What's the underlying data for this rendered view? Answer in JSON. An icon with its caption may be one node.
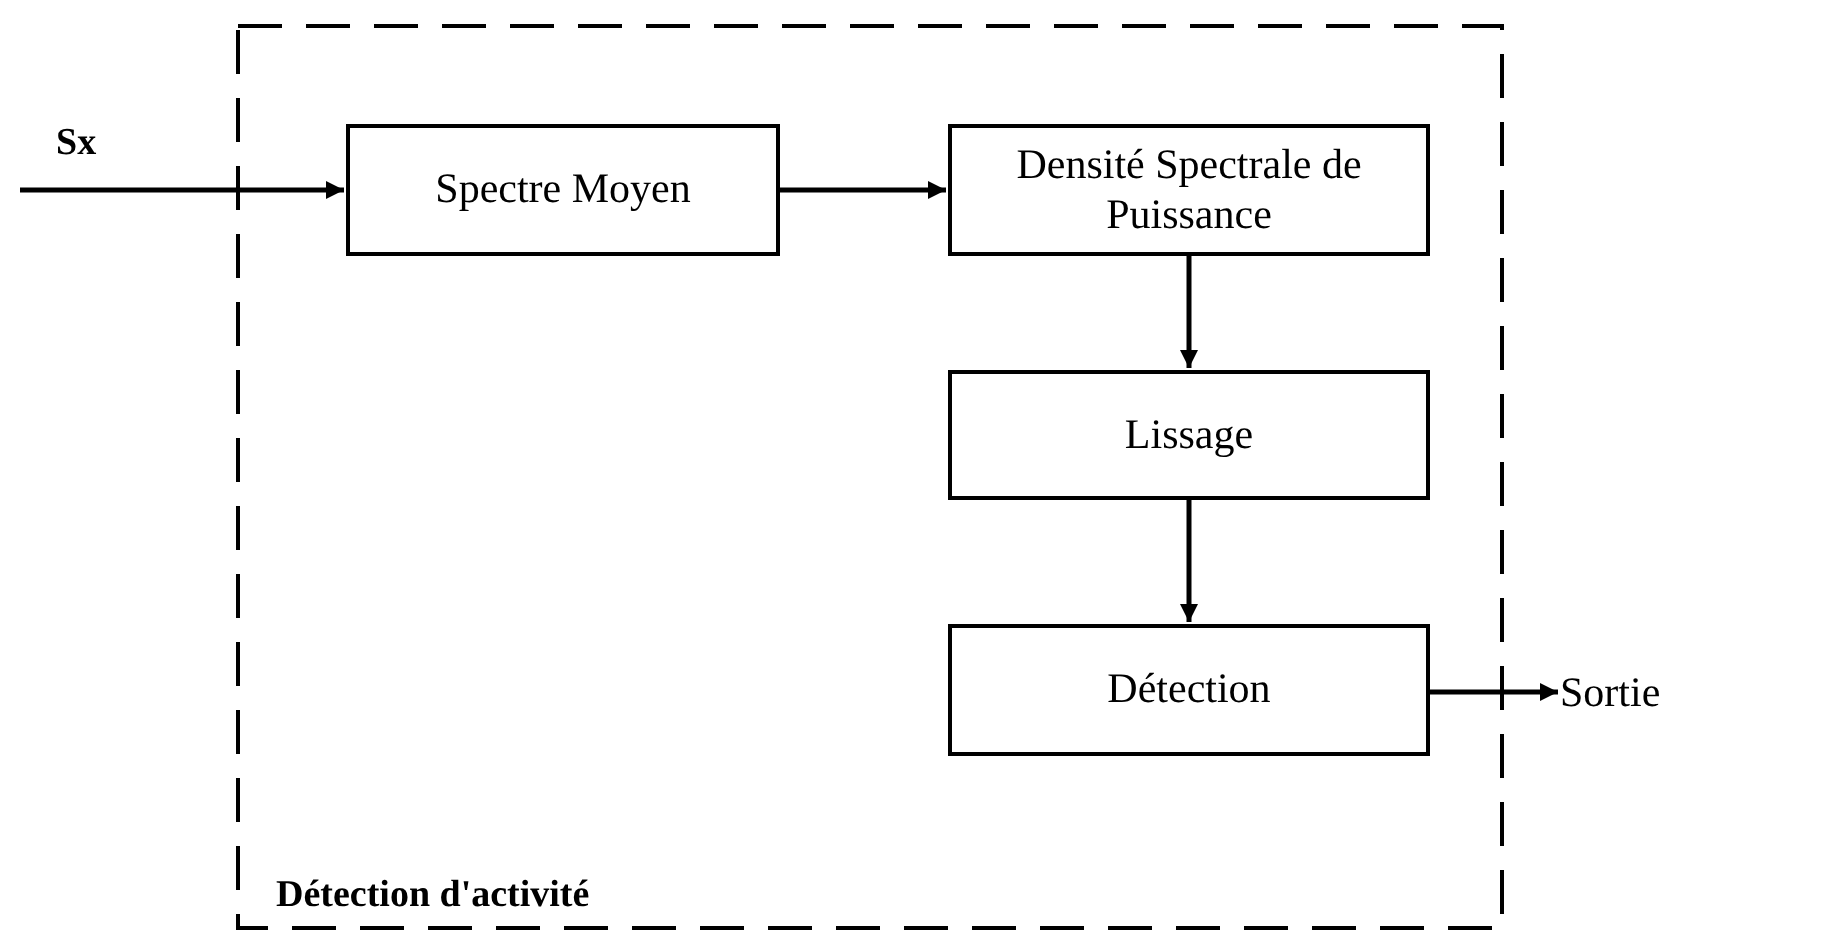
{
  "diagram": {
    "nodes": [
      {
        "text": [
          "Détection d'activité"
        ]
      },
      {
        "text": [
          "Spectre Moyen"
        ],
        "in": 0
      },
      {
        "text": [
          "Densité Spectrale de Puissance"
        ],
        "in": 0
      },
      {
        "text": [
          "Lissage"
        ],
        "in": 0
      },
      {
        "text": [
          "Détection"
        ],
        "in": 0
      },
      {
        "text": [
          "Sortie"
        ]
      }
    ],
    "edges": [
      {
        "from": null,
        "to": 1,
        "arrow": "to",
        "label": "Sx"
      },
      {
        "from": 1,
        "to": 2,
        "arrow": "to"
      },
      {
        "from": 2,
        "to": 3,
        "arrow": "to"
      },
      {
        "from": 3,
        "to": 4,
        "arrow": "to"
      },
      {
        "from": 4,
        "to": 5,
        "arrow": "to"
      }
    ]
  }
}
